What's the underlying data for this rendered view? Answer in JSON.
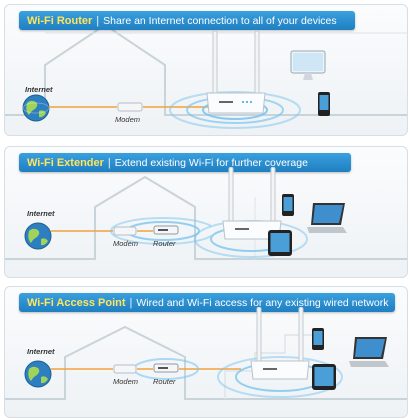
{
  "panels": [
    {
      "mode": "Wi-Fi Router",
      "description": "Share an Internet connection to all of your devices",
      "labels": {
        "internet": "Internet",
        "modem": "Modem"
      }
    },
    {
      "mode": "Wi-Fi Extender",
      "description": "Extend existing Wi-Fi for further coverage",
      "labels": {
        "internet": "Internet",
        "modem": "Modem",
        "router": "Router"
      }
    },
    {
      "mode": "Wi-Fi Access Point",
      "description": "Wired and Wi-Fi access for any existing wired network",
      "labels": {
        "internet": "Internet",
        "modem": "Modem",
        "router": "Router"
      }
    }
  ],
  "separator": "|",
  "colors": {
    "banner": "#2a8fd2",
    "mode_text": "#ffe45c",
    "cable": "#f2a23a",
    "wifi_waves": "#7cc4ee"
  },
  "icons": [
    "globe-icon",
    "modem-icon",
    "router-icon",
    "antenna-icon",
    "monitor-icon",
    "phone-icon",
    "tablet-icon",
    "laptop-icon"
  ]
}
